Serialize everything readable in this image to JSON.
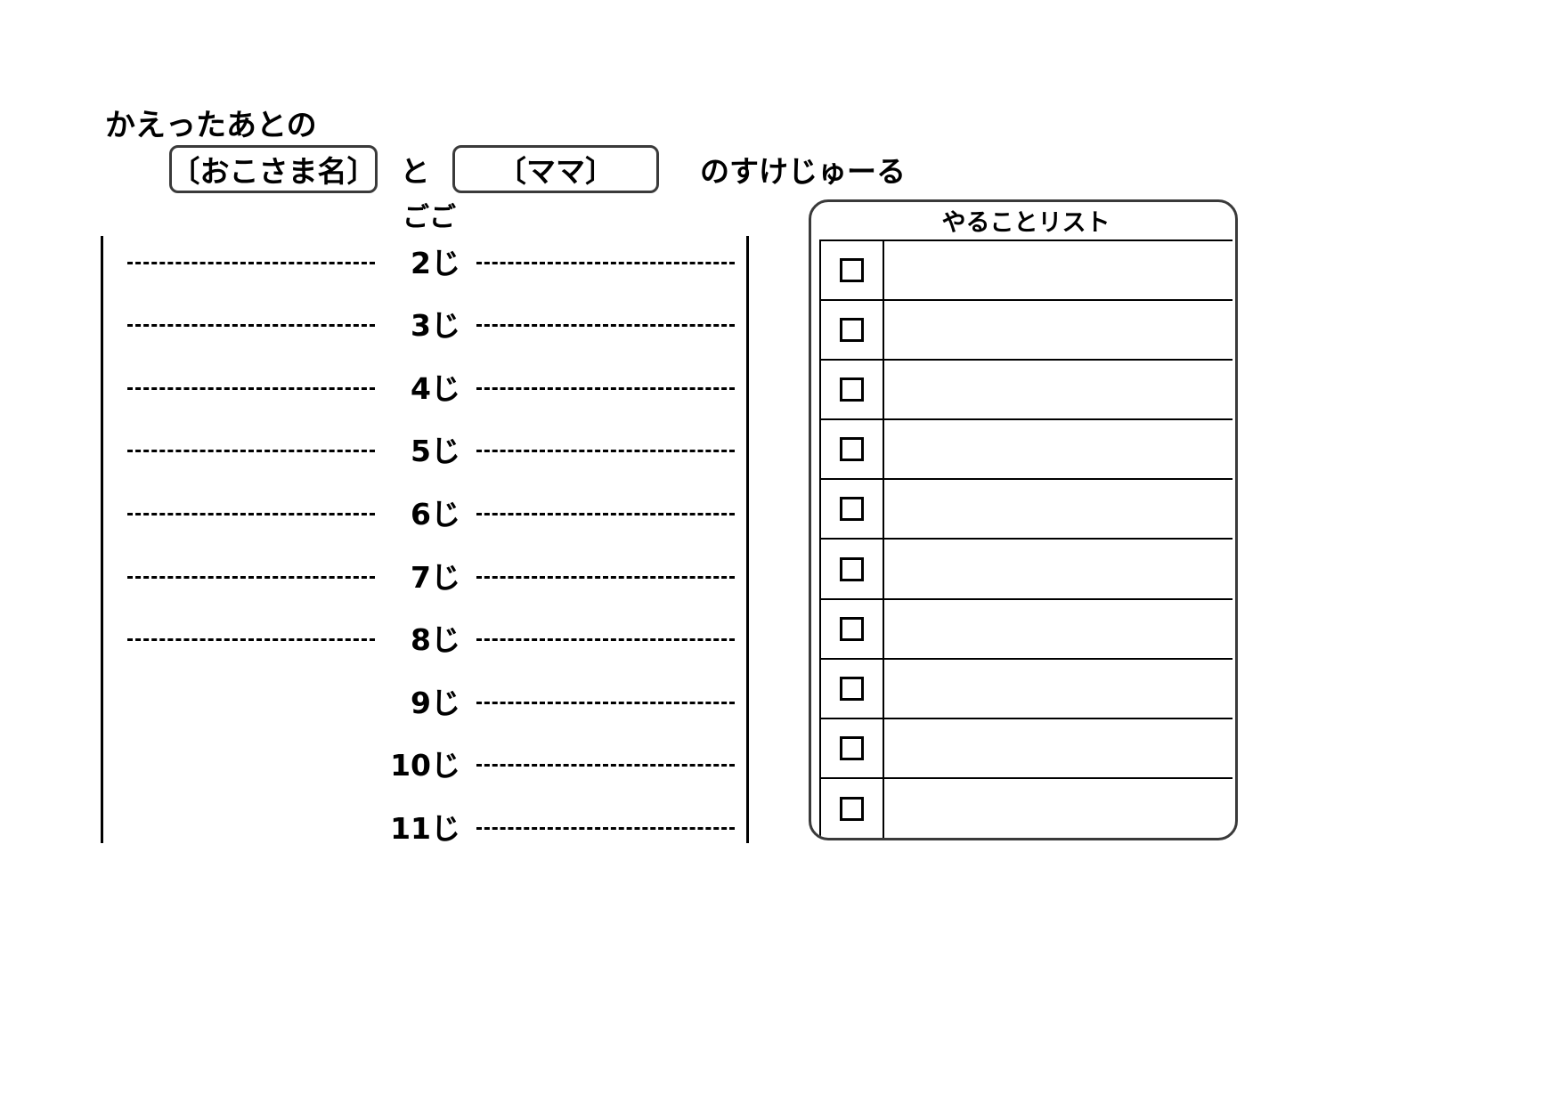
{
  "header": {
    "line1": "かえったあとの",
    "child_name_box": "〔おこさま名〕",
    "conjunction": "と",
    "mom_name_box": "〔ママ〕",
    "tail": "のすけじゅーる",
    "period_label": "ごご"
  },
  "schedule": {
    "rows": [
      {
        "hour": "2じ",
        "left_dash": true,
        "right_dash": true
      },
      {
        "hour": "3じ",
        "left_dash": true,
        "right_dash": true
      },
      {
        "hour": "4じ",
        "left_dash": true,
        "right_dash": true
      },
      {
        "hour": "5じ",
        "left_dash": true,
        "right_dash": true
      },
      {
        "hour": "6じ",
        "left_dash": true,
        "right_dash": true
      },
      {
        "hour": "7じ",
        "left_dash": true,
        "right_dash": true
      },
      {
        "hour": "8じ",
        "left_dash": true,
        "right_dash": true
      },
      {
        "hour": "9じ",
        "left_dash": false,
        "right_dash": true
      },
      {
        "hour": "10じ",
        "left_dash": false,
        "right_dash": true
      },
      {
        "hour": "11じ",
        "left_dash": false,
        "right_dash": true
      }
    ]
  },
  "todo": {
    "title": "やることリスト",
    "rows": [
      {
        "checked": false,
        "text": ""
      },
      {
        "checked": false,
        "text": ""
      },
      {
        "checked": false,
        "text": ""
      },
      {
        "checked": false,
        "text": ""
      },
      {
        "checked": false,
        "text": ""
      },
      {
        "checked": false,
        "text": ""
      },
      {
        "checked": false,
        "text": ""
      },
      {
        "checked": false,
        "text": ""
      },
      {
        "checked": false,
        "text": ""
      },
      {
        "checked": false,
        "text": ""
      }
    ]
  },
  "colors": {
    "ink": "#000000",
    "box_border": "#3a3a3a",
    "paper": "#ffffff"
  }
}
